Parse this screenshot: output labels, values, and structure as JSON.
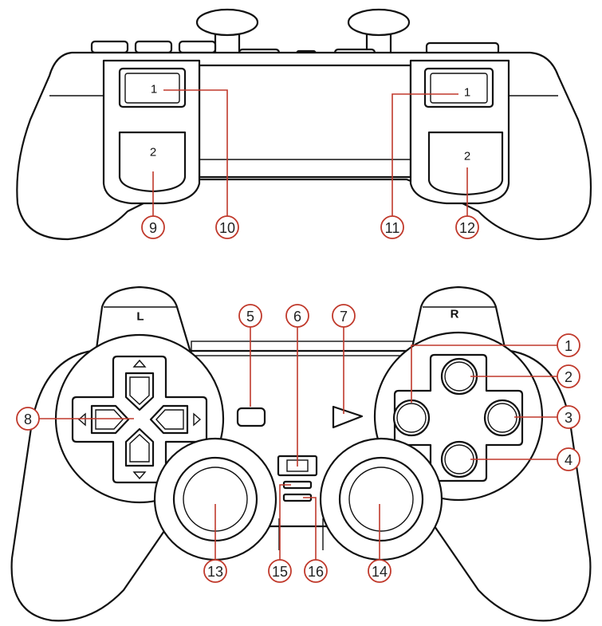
{
  "colors": {
    "line": "#111111",
    "callout": "#c0392b",
    "background": "#ffffff"
  },
  "top_view": {
    "left_trigger_upper": "1",
    "left_trigger_lower": "2",
    "right_trigger_upper": "1",
    "right_trigger_lower": "2"
  },
  "front_view": {
    "shoulder_left": "L",
    "shoulder_right": "R"
  },
  "callouts": {
    "c1": "1",
    "c2": "2",
    "c3": "3",
    "c4": "4",
    "c5": "5",
    "c6": "6",
    "c7": "7",
    "c8": "8",
    "c9": "9",
    "c10": "10",
    "c11": "11",
    "c12": "12",
    "c13": "13",
    "c14": "14",
    "c15": "15",
    "c16": "16"
  }
}
